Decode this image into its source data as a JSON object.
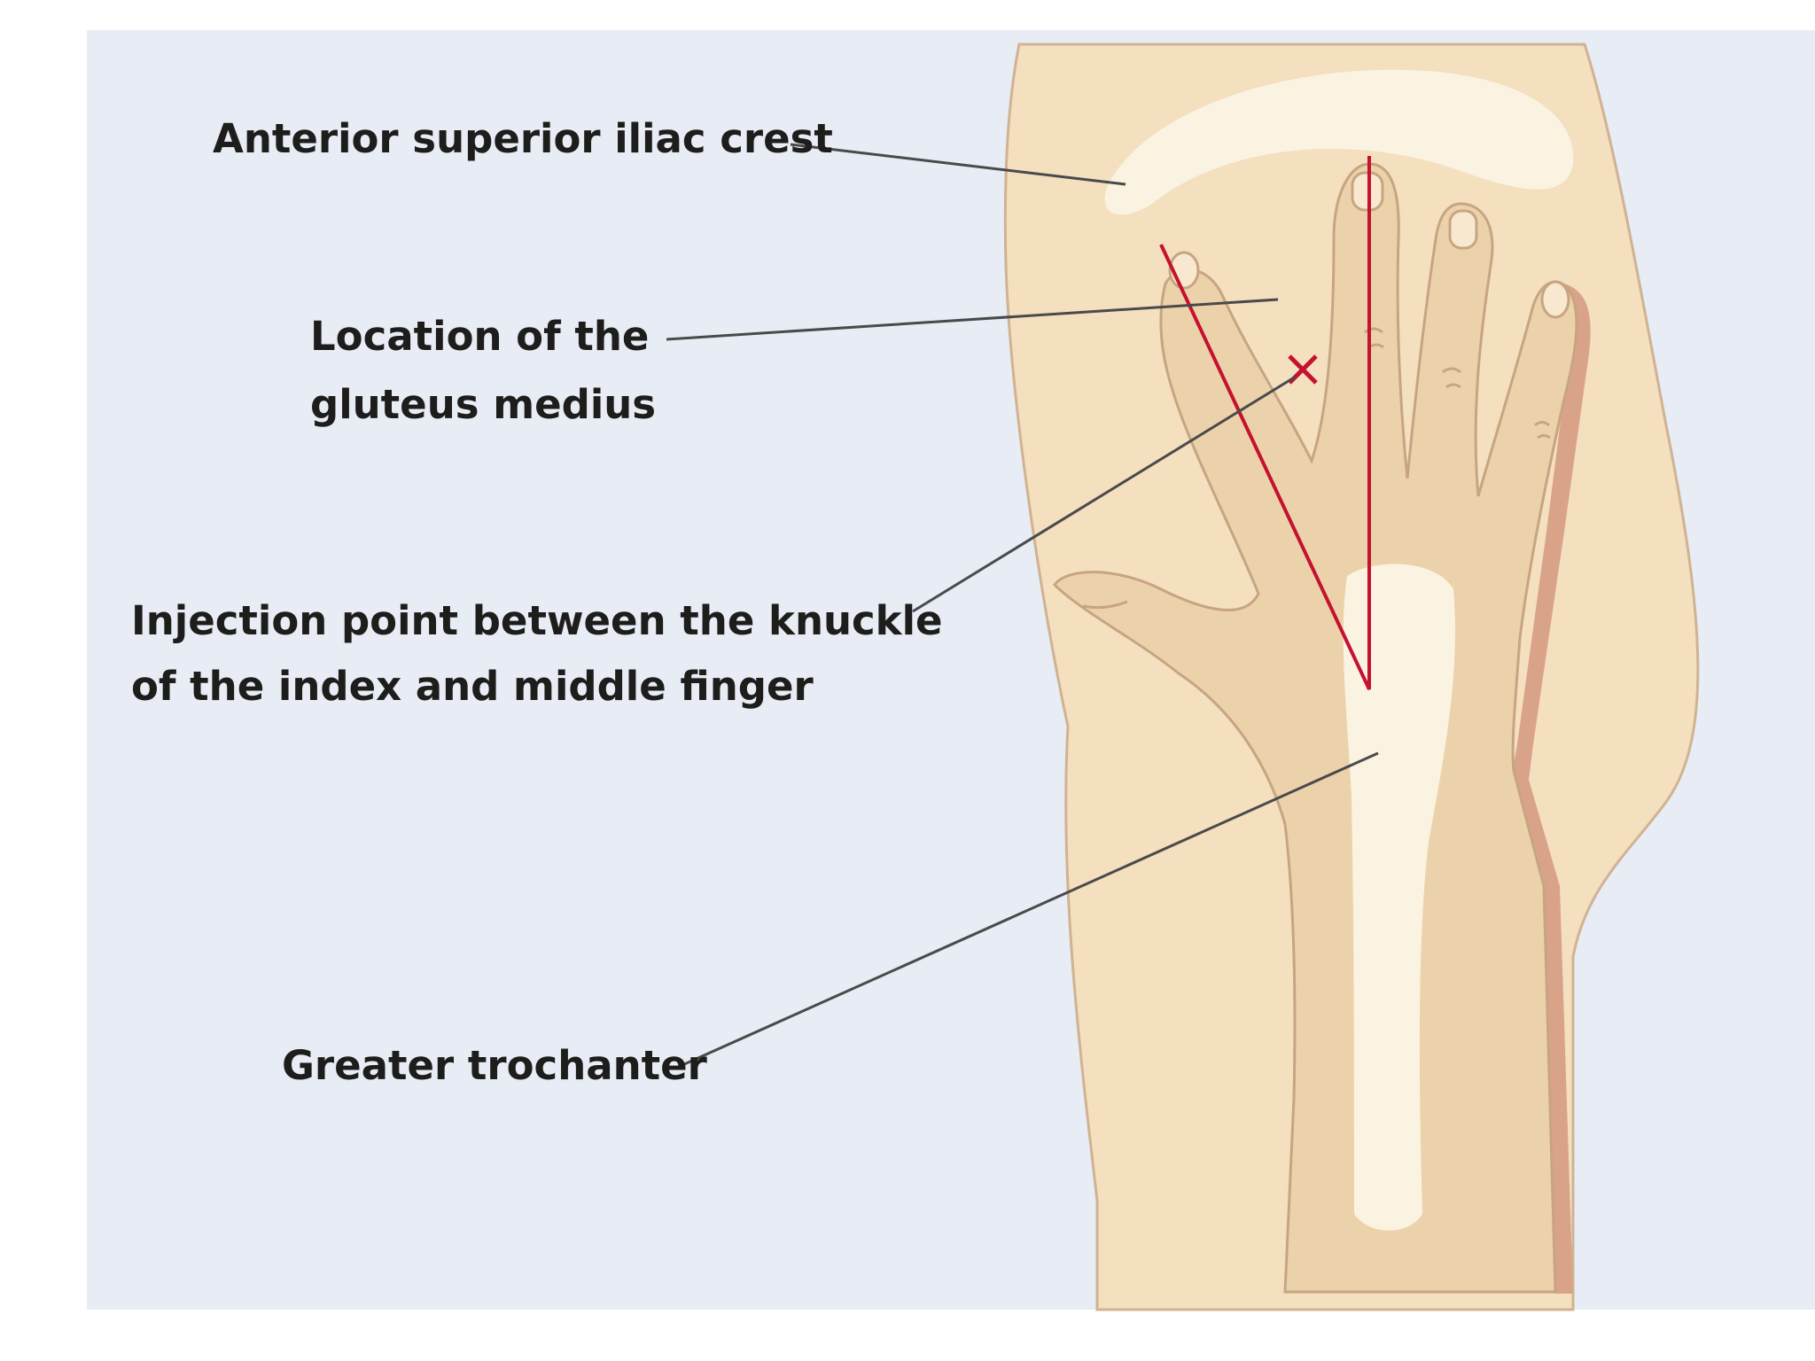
{
  "labels": {
    "iliac_crest": "Anterior superior iliac crest",
    "gluteus_line1": "Location of the",
    "gluteus_line2": "gluteus medius",
    "injection_line1": "Injection point between the knuckle",
    "injection_line2": "of the index and middle finger",
    "trochanter": "Greater trochanter"
  },
  "colors": {
    "background": "#e8ecf5",
    "skin": "#f4dfbf",
    "hand": "#ecd2ab",
    "bone": "#fbf3e2",
    "marker": "#c4122f"
  },
  "icons": {
    "injection_marker": "x-mark-icon"
  }
}
